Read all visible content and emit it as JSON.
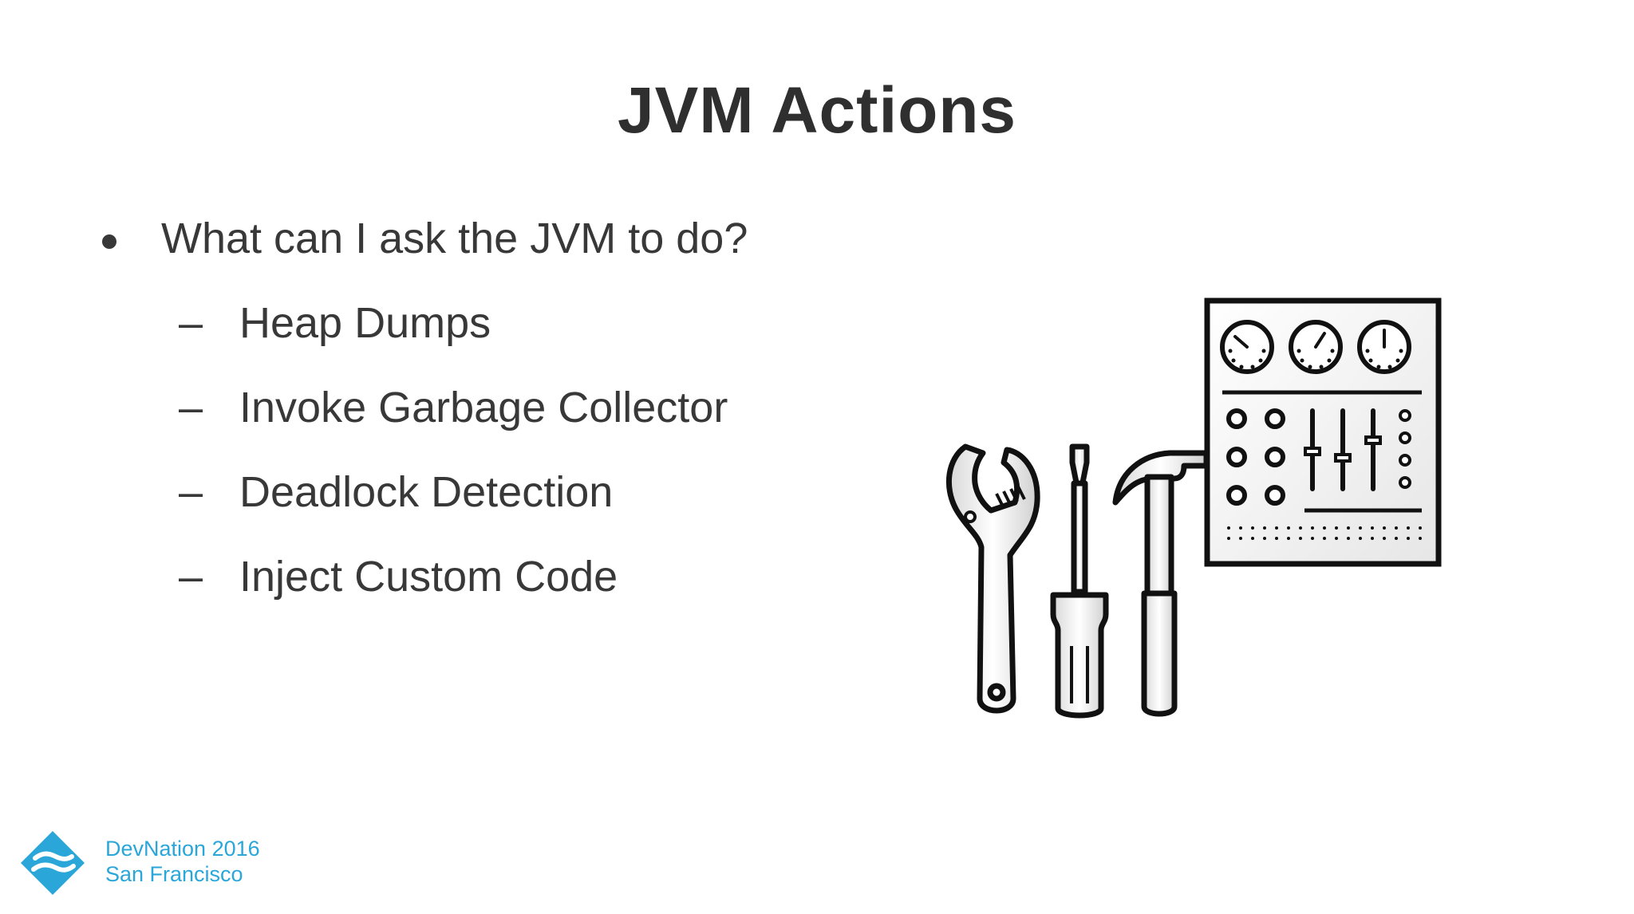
{
  "slide": {
    "title": "JVM Actions",
    "bullet": "What can I ask the JVM to do?",
    "sub_items": [
      "Heap Dumps",
      "Invoke Garbage Collector",
      "Deadlock Detection",
      "Inject Custom Code"
    ],
    "dash": "–"
  },
  "footer": {
    "line1": "DevNation 2016",
    "line2": "San Francisco",
    "logo_icon": "devnation-logo-icon",
    "accent_color": "#2aa6d9"
  },
  "illustration": {
    "icons": [
      "wrench-icon",
      "screwdriver-icon",
      "hammer-icon",
      "control-panel-icon"
    ]
  }
}
